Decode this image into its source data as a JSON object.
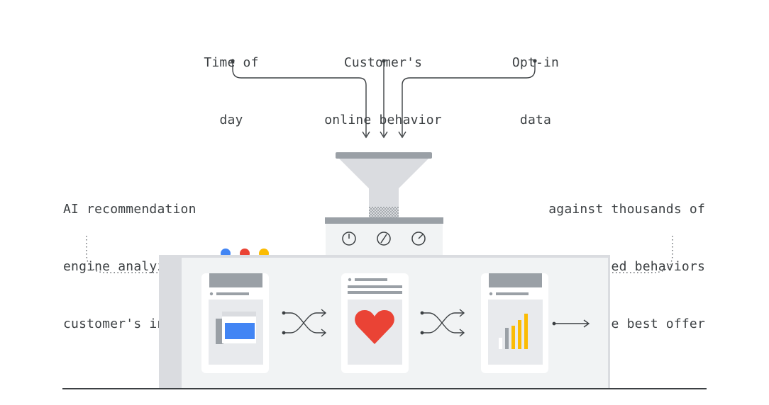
{
  "inputs": [
    {
      "lines": [
        "Time of",
        "day"
      ]
    },
    {
      "lines": [
        "Customer's",
        "online behavior"
      ]
    },
    {
      "lines": [
        "Opt-in",
        "data"
      ]
    }
  ],
  "left_caption": [
    "AI recommendation",
    "engine analyzes the",
    "customer's interests"
  ],
  "right_caption": [
    "against thousands of",
    "other learned behaviors",
    "to produce the best offer"
  ],
  "colors": {
    "text": "#3c4043",
    "gray_dark": "#9aa0a6",
    "gray_mid": "#dadce0",
    "gray_light": "#f1f3f4",
    "blue": "#4285f4",
    "red": "#ea4335",
    "yellow": "#fbbc04"
  },
  "icons": [
    "funnel-icon",
    "power-dial-icon",
    "dial-icon",
    "gauge-icon",
    "newspaper-icon",
    "heart-icon",
    "bar-chart-icon",
    "shuffle-icon",
    "arrow-right-icon"
  ]
}
